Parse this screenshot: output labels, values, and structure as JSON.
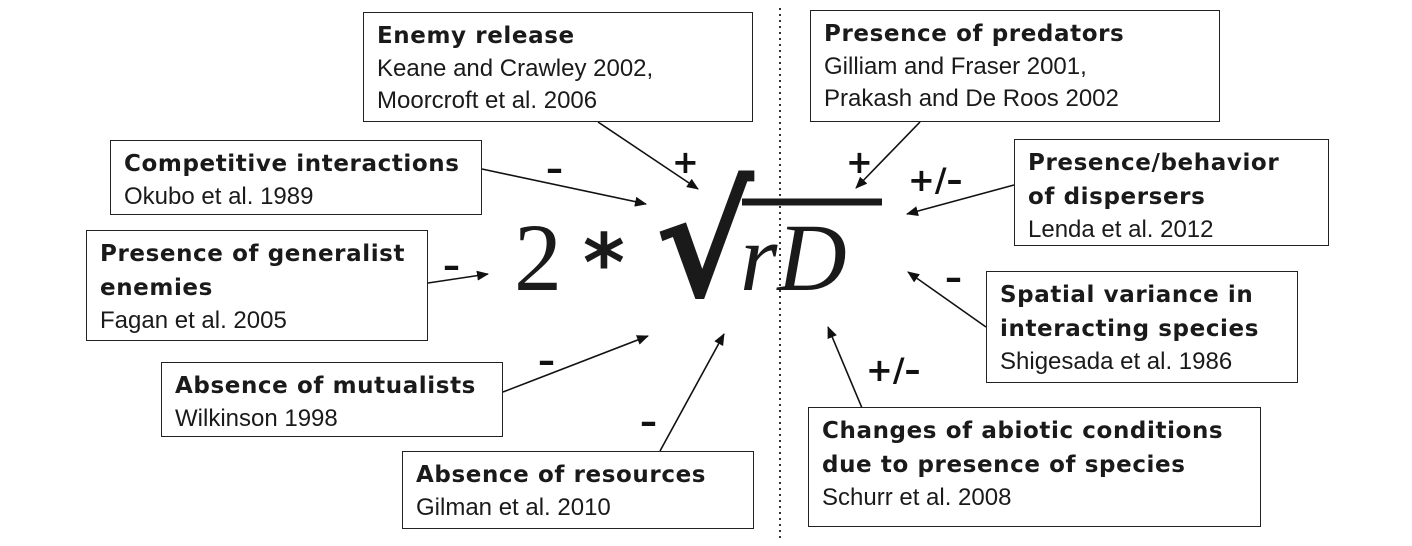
{
  "formula": {
    "coefficient": "2",
    "operator": "*",
    "radical_glyph": "√",
    "radicand": "rD"
  },
  "boxes": [
    {
      "key": "enemy_release",
      "title": "Enemy release",
      "refs": "Keane and Crawley 2002,\nMoorcroft et al. 2006",
      "sign": "+"
    },
    {
      "key": "competitive",
      "title": "Competitive interactions",
      "refs": "Okubo et al. 1989",
      "sign": "–"
    },
    {
      "key": "generalist",
      "title": "Presence of generalist\nenemies",
      "refs": "Fagan et al. 2005",
      "sign": "–"
    },
    {
      "key": "mutualists",
      "title": "Absence of mutualists",
      "refs": "Wilkinson 1998",
      "sign": "–"
    },
    {
      "key": "resources",
      "title": "Absence of resources",
      "refs": "Gilman et al. 2010",
      "sign": "–"
    },
    {
      "key": "predators",
      "title": "Presence of predators",
      "refs": "Gilliam and Fraser 2001,\nPrakash and De Roos 2002",
      "sign": "+"
    },
    {
      "key": "dispersers",
      "title": "Presence/behavior\nof dispersers",
      "refs": "Lenda et al. 2012",
      "sign": "+/–"
    },
    {
      "key": "spatial",
      "title": "Spatial variance in\ninteracting species",
      "refs": "Shigesada et al. 1986",
      "sign": "–"
    },
    {
      "key": "abiotic",
      "title": "Changes of abiotic conditions\ndue to presence of species",
      "refs": "Schurr et al. 2008",
      "sign": "+/–"
    }
  ]
}
